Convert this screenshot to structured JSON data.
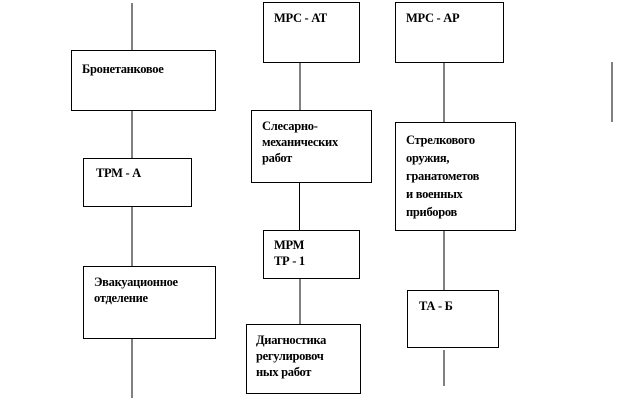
{
  "nodes": {
    "armored": "Бронетанковое",
    "trm_a": "ТРМ - А",
    "evacuation": "Эвакуационное\nотделение",
    "mrs_at": "МРС - АТ",
    "metalwork": "Слесарно-\nмеханических\nработ",
    "mrm_tr1": "МРМ\nТР - 1",
    "diagnostics": "Диагностика\nрегулировоч\nных работ",
    "mrs_ar": "МРС - АР",
    "small_arms": "Стрелкового\nоружия,\nгранатометов\nи военных\nприборов",
    "ta_b": "ТА - Б"
  }
}
